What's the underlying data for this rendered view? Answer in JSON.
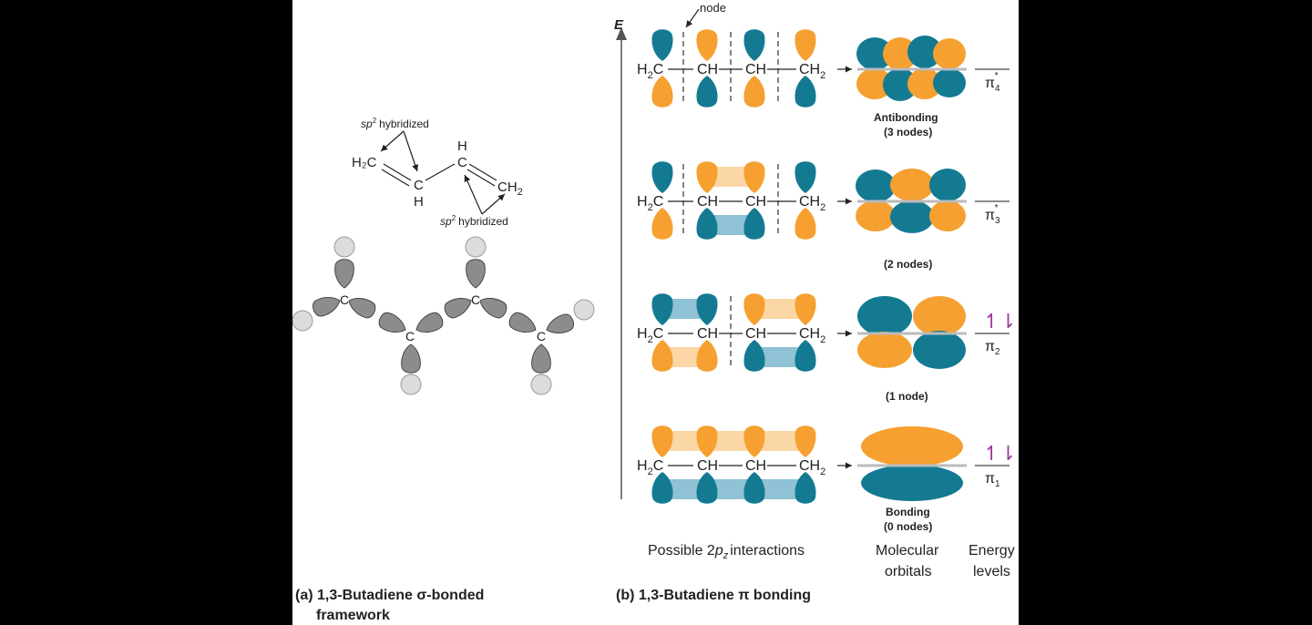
{
  "panel_a": {
    "caption_line1": "(a) 1,3-Butadiene σ-bonded",
    "caption_line2": "framework",
    "sp2_label_top": "hybridized",
    "sp2_label_bottom": "hybridized",
    "sp2_prefix": "sp",
    "sp2_sup": "2",
    "atom_h2c": "H₂C",
    "atom_c": "C",
    "atom_h": "H",
    "atom_ch2": "CH",
    "atom_ch2_sub": "2"
  },
  "panel_b": {
    "caption": "(b) 1,3-Butadiene π bonding",
    "energy_axis_label": "E",
    "node_label": "node",
    "chain": {
      "h2c": "H",
      "h2c_sub": "2",
      "c_letter": "C",
      "ch": "CH",
      "ch2": "CH",
      "ch2_sub": "2"
    },
    "levels": [
      {
        "symbol": "π",
        "index": "4",
        "star": "*",
        "description_line1": "Antibonding",
        "description_line2": "(3 nodes)",
        "electrons": ""
      },
      {
        "symbol": "π",
        "index": "3",
        "star": "*",
        "description_line1": "",
        "description_line2": "(2 nodes)",
        "electrons": ""
      },
      {
        "symbol": "π",
        "index": "2",
        "star": "",
        "description_line1": "",
        "description_line2": "(1 node)",
        "electrons": "↿⇂"
      },
      {
        "symbol": "π",
        "index": "1",
        "star": "",
        "description_line1": "Bonding",
        "description_line2": "(0 nodes)",
        "electrons": "↿⇂"
      }
    ],
    "column_labels": {
      "interactions_prefix": "Possible 2",
      "interactions_p": "p",
      "interactions_z": "z",
      "interactions_suffix": "interactions",
      "orbitals_line1": "Molecular",
      "orbitals_line2": "orbitals",
      "energy_line1": "Energy",
      "energy_line2": "levels"
    }
  },
  "colors": {
    "lobe_orange": "#f5a030",
    "lobe_teal": "#137a92",
    "electron_purple": "#9b3a98",
    "background": "#000000",
    "panel": "#ffffff"
  }
}
